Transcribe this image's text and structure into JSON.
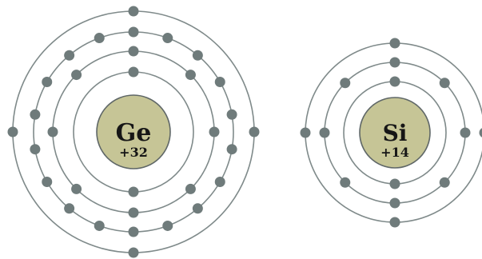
{
  "atoms": [
    {
      "symbol": "Ge",
      "charge": "+32",
      "shell_electrons": [
        2,
        8,
        18,
        4
      ]
    },
    {
      "symbol": "Si",
      "charge": "+14",
      "shell_electrons": [
        2,
        8,
        4
      ]
    }
  ],
  "colors": {
    "background": "#ffffff",
    "orbit": "#7f8a8a",
    "electron": "#6f7b7b",
    "nucleus_fill": "#c6c596",
    "nucleus_stroke": "#5f6767",
    "text": "#161616"
  }
}
